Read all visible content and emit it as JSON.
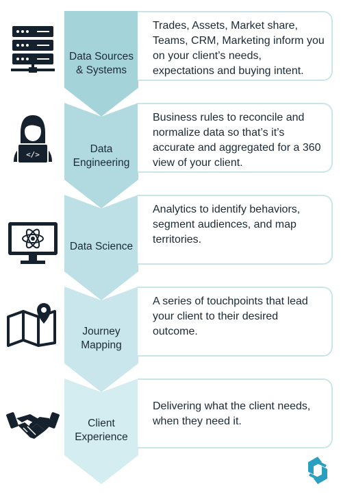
{
  "steps": [
    {
      "label": "Data Sources & Systems",
      "description": "Trades, Assets, Market share, Teams, CRM, Marketing inform you on your client’s needs, expectations and buying intent.",
      "icon": "server-icon",
      "color": "#a5d3da"
    },
    {
      "label": "Data Engineering",
      "description": "Business rules to reconcile and normalize data so that’s it’s accurate and aggregated for a 360 view of your client.",
      "icon": "developer-icon",
      "color": "#b1d9e0"
    },
    {
      "label": "Data Science",
      "description": "Analytics to identify behaviors, segment audiences, and map territories.",
      "icon": "atom-monitor-icon",
      "color": "#bde0e6"
    },
    {
      "label": "Journey Mapping",
      "description": "A series of touchpoints that lead your client to their desired outcome.",
      "icon": "map-pin-icon",
      "color": "#c8e6eb"
    },
    {
      "label": "Client Experience",
      "description": "Delivering what the client needs, when they need it.",
      "icon": "handshake-icon",
      "color": "#d4edf1"
    }
  ],
  "colors": {
    "border": "#c8e6ea",
    "icon": "#16212e",
    "logo": "#2a9fbf"
  },
  "logo": "brand-logo-icon"
}
